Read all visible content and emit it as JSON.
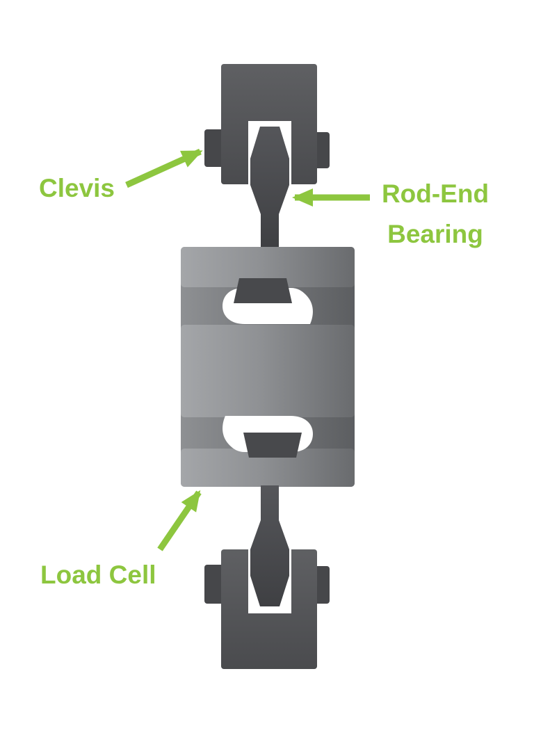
{
  "labels": {
    "clevis": "Clevis",
    "rod_end_line1": "Rod-End",
    "rod_end_line2": "Bearing",
    "load_cell": "Load Cell"
  },
  "colors": {
    "green": "#8dc63f",
    "background": "#ffffff",
    "metal_light": "#a4a6a9",
    "metal_mid": "#8f9194",
    "metal_dark": "#696b6e",
    "frame_light": "#8e9093",
    "frame_dark": "#5c5e61",
    "clevis_light": "#5f6063",
    "clevis_dark": "#4a4b4e",
    "rod_light": "#55565a",
    "rod_dark": "#3f4043",
    "pin": "#46474a",
    "nut": "#48494c"
  }
}
